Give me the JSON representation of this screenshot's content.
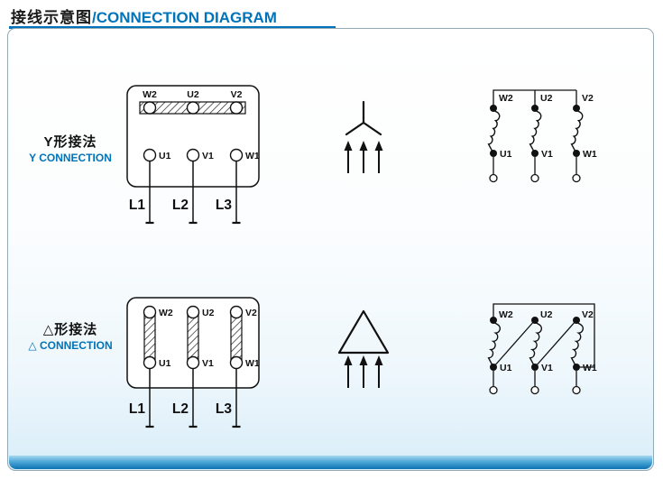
{
  "title": {
    "zh": "接线示意图",
    "en": "/CONNECTION DIAGRAM"
  },
  "colors": {
    "accent_blue": "#0073b9",
    "panel_border": "#93a9b4",
    "bottom_bar_gradient_top": "#a8d8ef",
    "bottom_bar_gradient_bottom": "#0d72b2",
    "diagram_ink": "#111111"
  },
  "rows": {
    "star": {
      "label_zh": "Y形接法",
      "label_en": "Y CONNECTION",
      "symbol": "star-icon",
      "box": {
        "top": [
          "W2",
          "U2",
          "V2"
        ],
        "bottom": [
          "U1",
          "V1",
          "W1"
        ]
      },
      "leads": [
        "L1",
        "L2",
        "L3"
      ],
      "winding": {
        "top": [
          "W2",
          "U2",
          "V2"
        ],
        "bottom": [
          "U1",
          "V1",
          "W1"
        ]
      }
    },
    "delta": {
      "label_zh": "△形接法",
      "label_en": "△ CONNECTION",
      "symbol": "triangle-icon",
      "box": {
        "top": [
          "W2",
          "U2",
          "V2"
        ],
        "bottom": [
          "U1",
          "V1",
          "W1"
        ]
      },
      "leads": [
        "L1",
        "L2",
        "L3"
      ],
      "winding": {
        "top": [
          "W2",
          "U2",
          "V2"
        ],
        "bottom": [
          "U1",
          "V1",
          "W1"
        ]
      }
    }
  }
}
